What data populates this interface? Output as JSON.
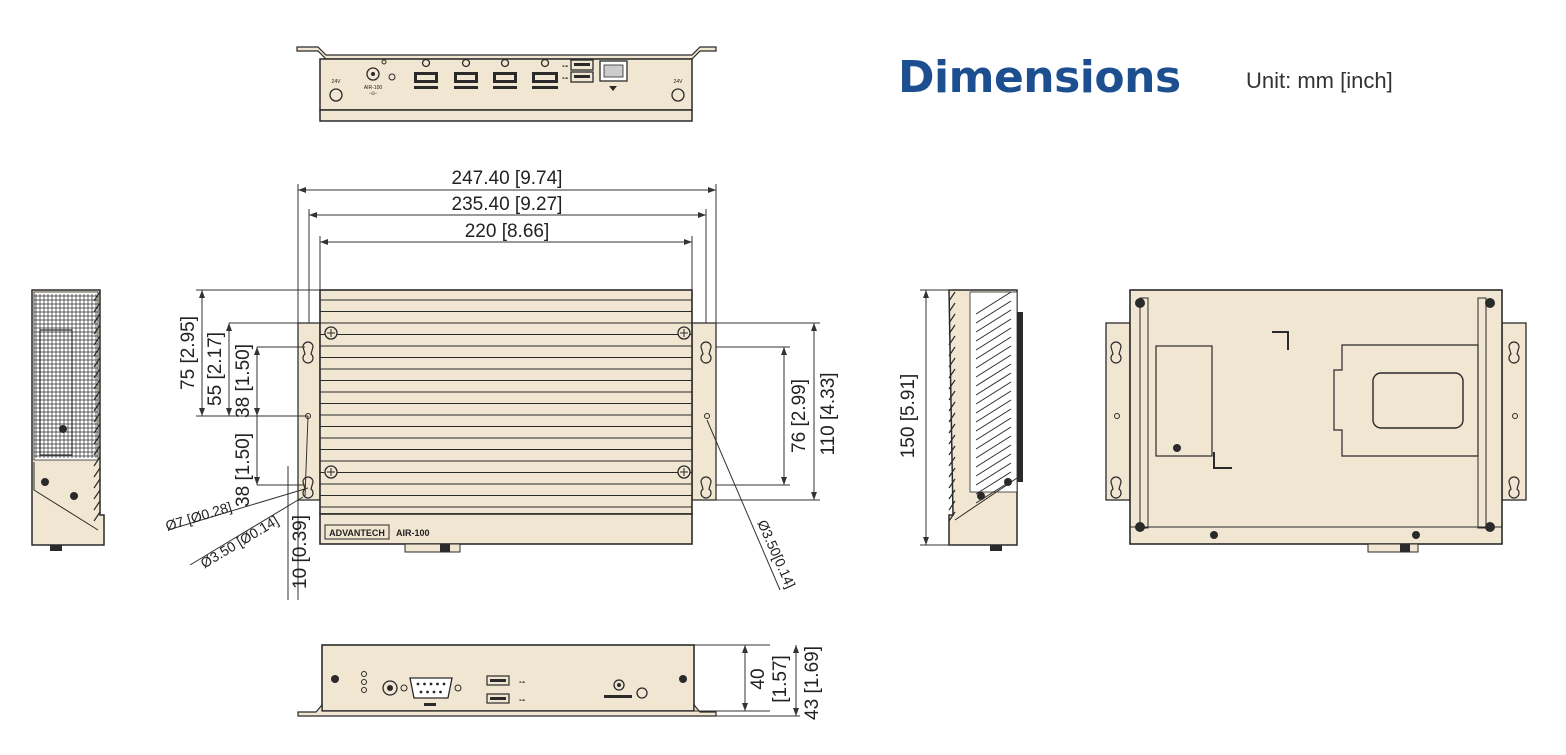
{
  "title": "Dimensions",
  "unit": "Unit: mm [inch]",
  "colors": {
    "body": "#f0e6d2",
    "outline": "#2a2a2a",
    "title": "#1d4e8f",
    "dimension_line": "#333333"
  },
  "brand": "ADVANTECH",
  "model": "AIR-100",
  "dimensions": {
    "width_overall": "247.40 [9.74]",
    "width_mount": "235.40 [9.27]",
    "width_body": "220 [8.66]",
    "h75": "75 [2.95]",
    "h55": "55 [2.17]",
    "h38_top": "38 [1.50]",
    "h38_bottom": "38 [1.50]",
    "slot_dia": "Ø7 [Ø0.28]",
    "hole_dia_left": "Ø3.50 [Ø0.14]",
    "hole_dia_right": "Ø3.50[0.14]",
    "flange": "10 [0.39]",
    "h76": "76 [2.99]",
    "h110": "110 [4.33]",
    "depth150": "150 [5.91]",
    "h40": "40",
    "h40_in": "[1.57]",
    "h43": "43 [1.69]"
  }
}
